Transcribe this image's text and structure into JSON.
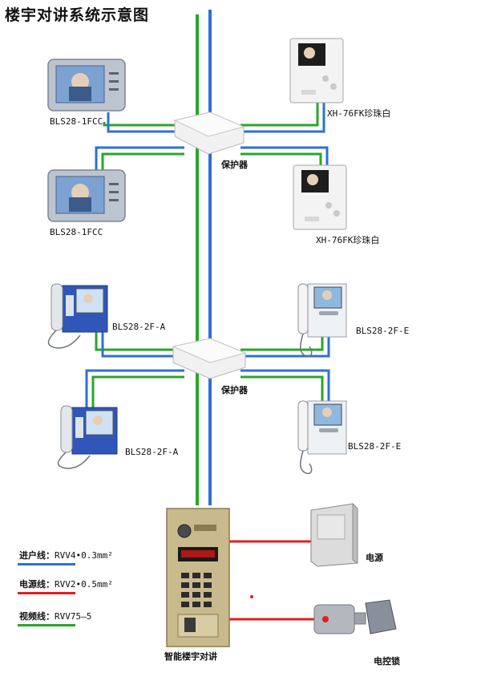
{
  "title": "楼宇对讲系统示意图",
  "colors": {
    "signal": "#2e6fd8",
    "power": "#e02020",
    "video": "#2aa52a"
  },
  "devices": {
    "monitor_1": "BLS28-1FCC",
    "monitor_2": "BLS28-1FCC",
    "phone_1": "XH-76FK珍珠白",
    "phone_2": "XH-76FK珍珠白",
    "handset_a1": "BLS28-2F-A",
    "handset_a2": "BLS28-2F-A",
    "handset_e1": "BLS28-2F-E",
    "handset_e2": "BLS28-2F-E",
    "protector_1": "保护器",
    "protector_2": "保护器",
    "door_station": "智能楼宇对讲",
    "power_supply": "电源",
    "lock": "电控锁"
  },
  "legend": [
    {
      "name": "进户线：",
      "spec": "RVV4•0.3mm²",
      "color": "#2e6fd8"
    },
    {
      "name": "电源线：",
      "spec": "RVV2•0.5mm²",
      "color": "#e02020"
    },
    {
      "name": "视频线：",
      "spec": "RVV75—5",
      "color": "#2aa52a"
    }
  ]
}
